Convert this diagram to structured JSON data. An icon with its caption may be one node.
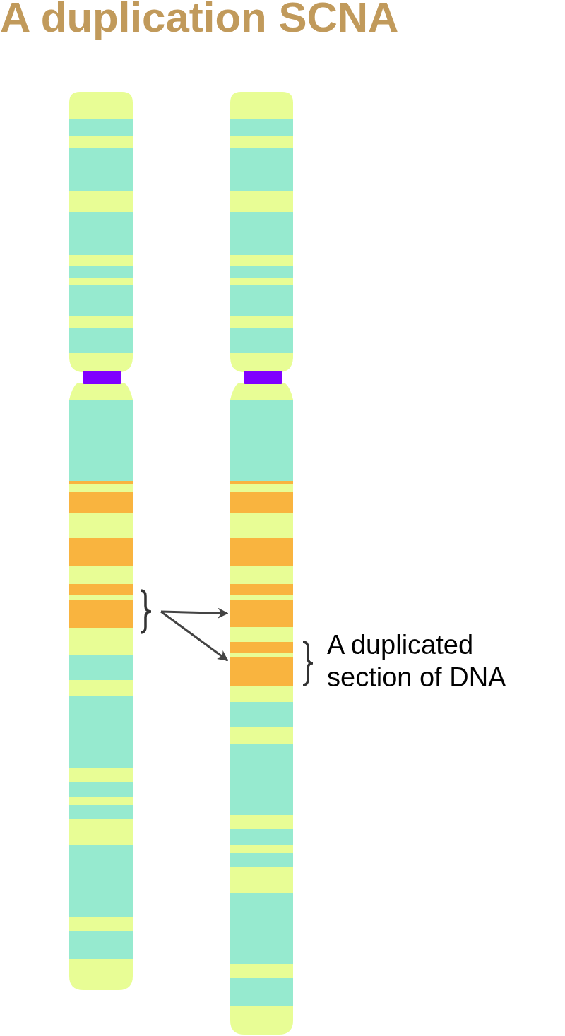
{
  "diagram": {
    "title": "A duplication SCNA",
    "nodes": [
      {
        "text": [],
        "shape": "brace"
      },
      {
        "text": [],
        "shape": "bar"
      },
      {
        "text": [],
        "shape": "bar"
      }
    ],
    "edges": [
      {
        "from": 0,
        "to": 1,
        "arrow": "to"
      },
      {
        "from": 0,
        "to": 2,
        "arrow": "to"
      }
    ],
    "labels": [
      "A duplicated section of DNA"
    ]
  }
}
